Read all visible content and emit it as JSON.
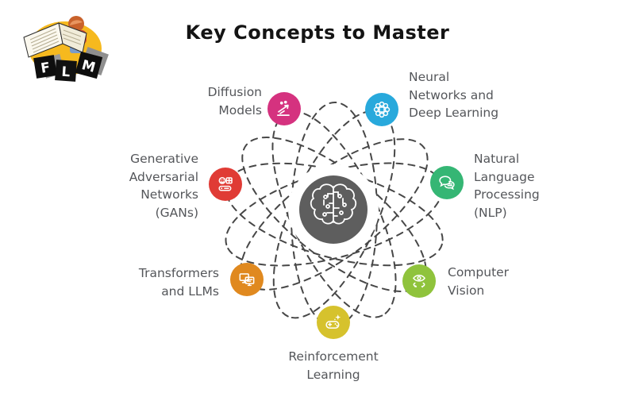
{
  "title": "Key Concepts to Master",
  "logo": {
    "letters": [
      "F",
      "L",
      "M"
    ]
  },
  "diagram": {
    "orbit_color": "#474747",
    "center_color": "#5e5e5e",
    "center_icon": "brain-circuit-icon"
  },
  "concepts": [
    {
      "id": "diffusion-models",
      "label": [
        "Diffusion",
        "Models"
      ],
      "color": "#d5327f",
      "icon": "diffusion-icon"
    },
    {
      "id": "neural-networks",
      "label": [
        "Neural",
        "Networks and",
        "Deep Learning"
      ],
      "color": "#28a9dc",
      "icon": "neural-chip-icon"
    },
    {
      "id": "nlp",
      "label": [
        "Natural",
        "Language",
        "Processing",
        "(NLP)"
      ],
      "color": "#35b674",
      "icon": "chat-bubbles-icon"
    },
    {
      "id": "computer-vision",
      "label": [
        "Computer",
        "Vision"
      ],
      "color": "#8fc33c",
      "icon": "eye-rotate-icon"
    },
    {
      "id": "reinforcement-learning",
      "label": [
        "Reinforcement",
        "Learning"
      ],
      "color": "#d6c22d",
      "icon": "game-controller-icon"
    },
    {
      "id": "transformers-llms",
      "label": [
        "Transformers",
        "and LLMs"
      ],
      "color": "#e0891f",
      "icon": "screens-icon"
    },
    {
      "id": "gans",
      "label": [
        "Generative",
        "Adversarial",
        "Networks",
        "(GANs)"
      ],
      "color": "#e03b35",
      "icon": "adversarial-icon"
    }
  ]
}
